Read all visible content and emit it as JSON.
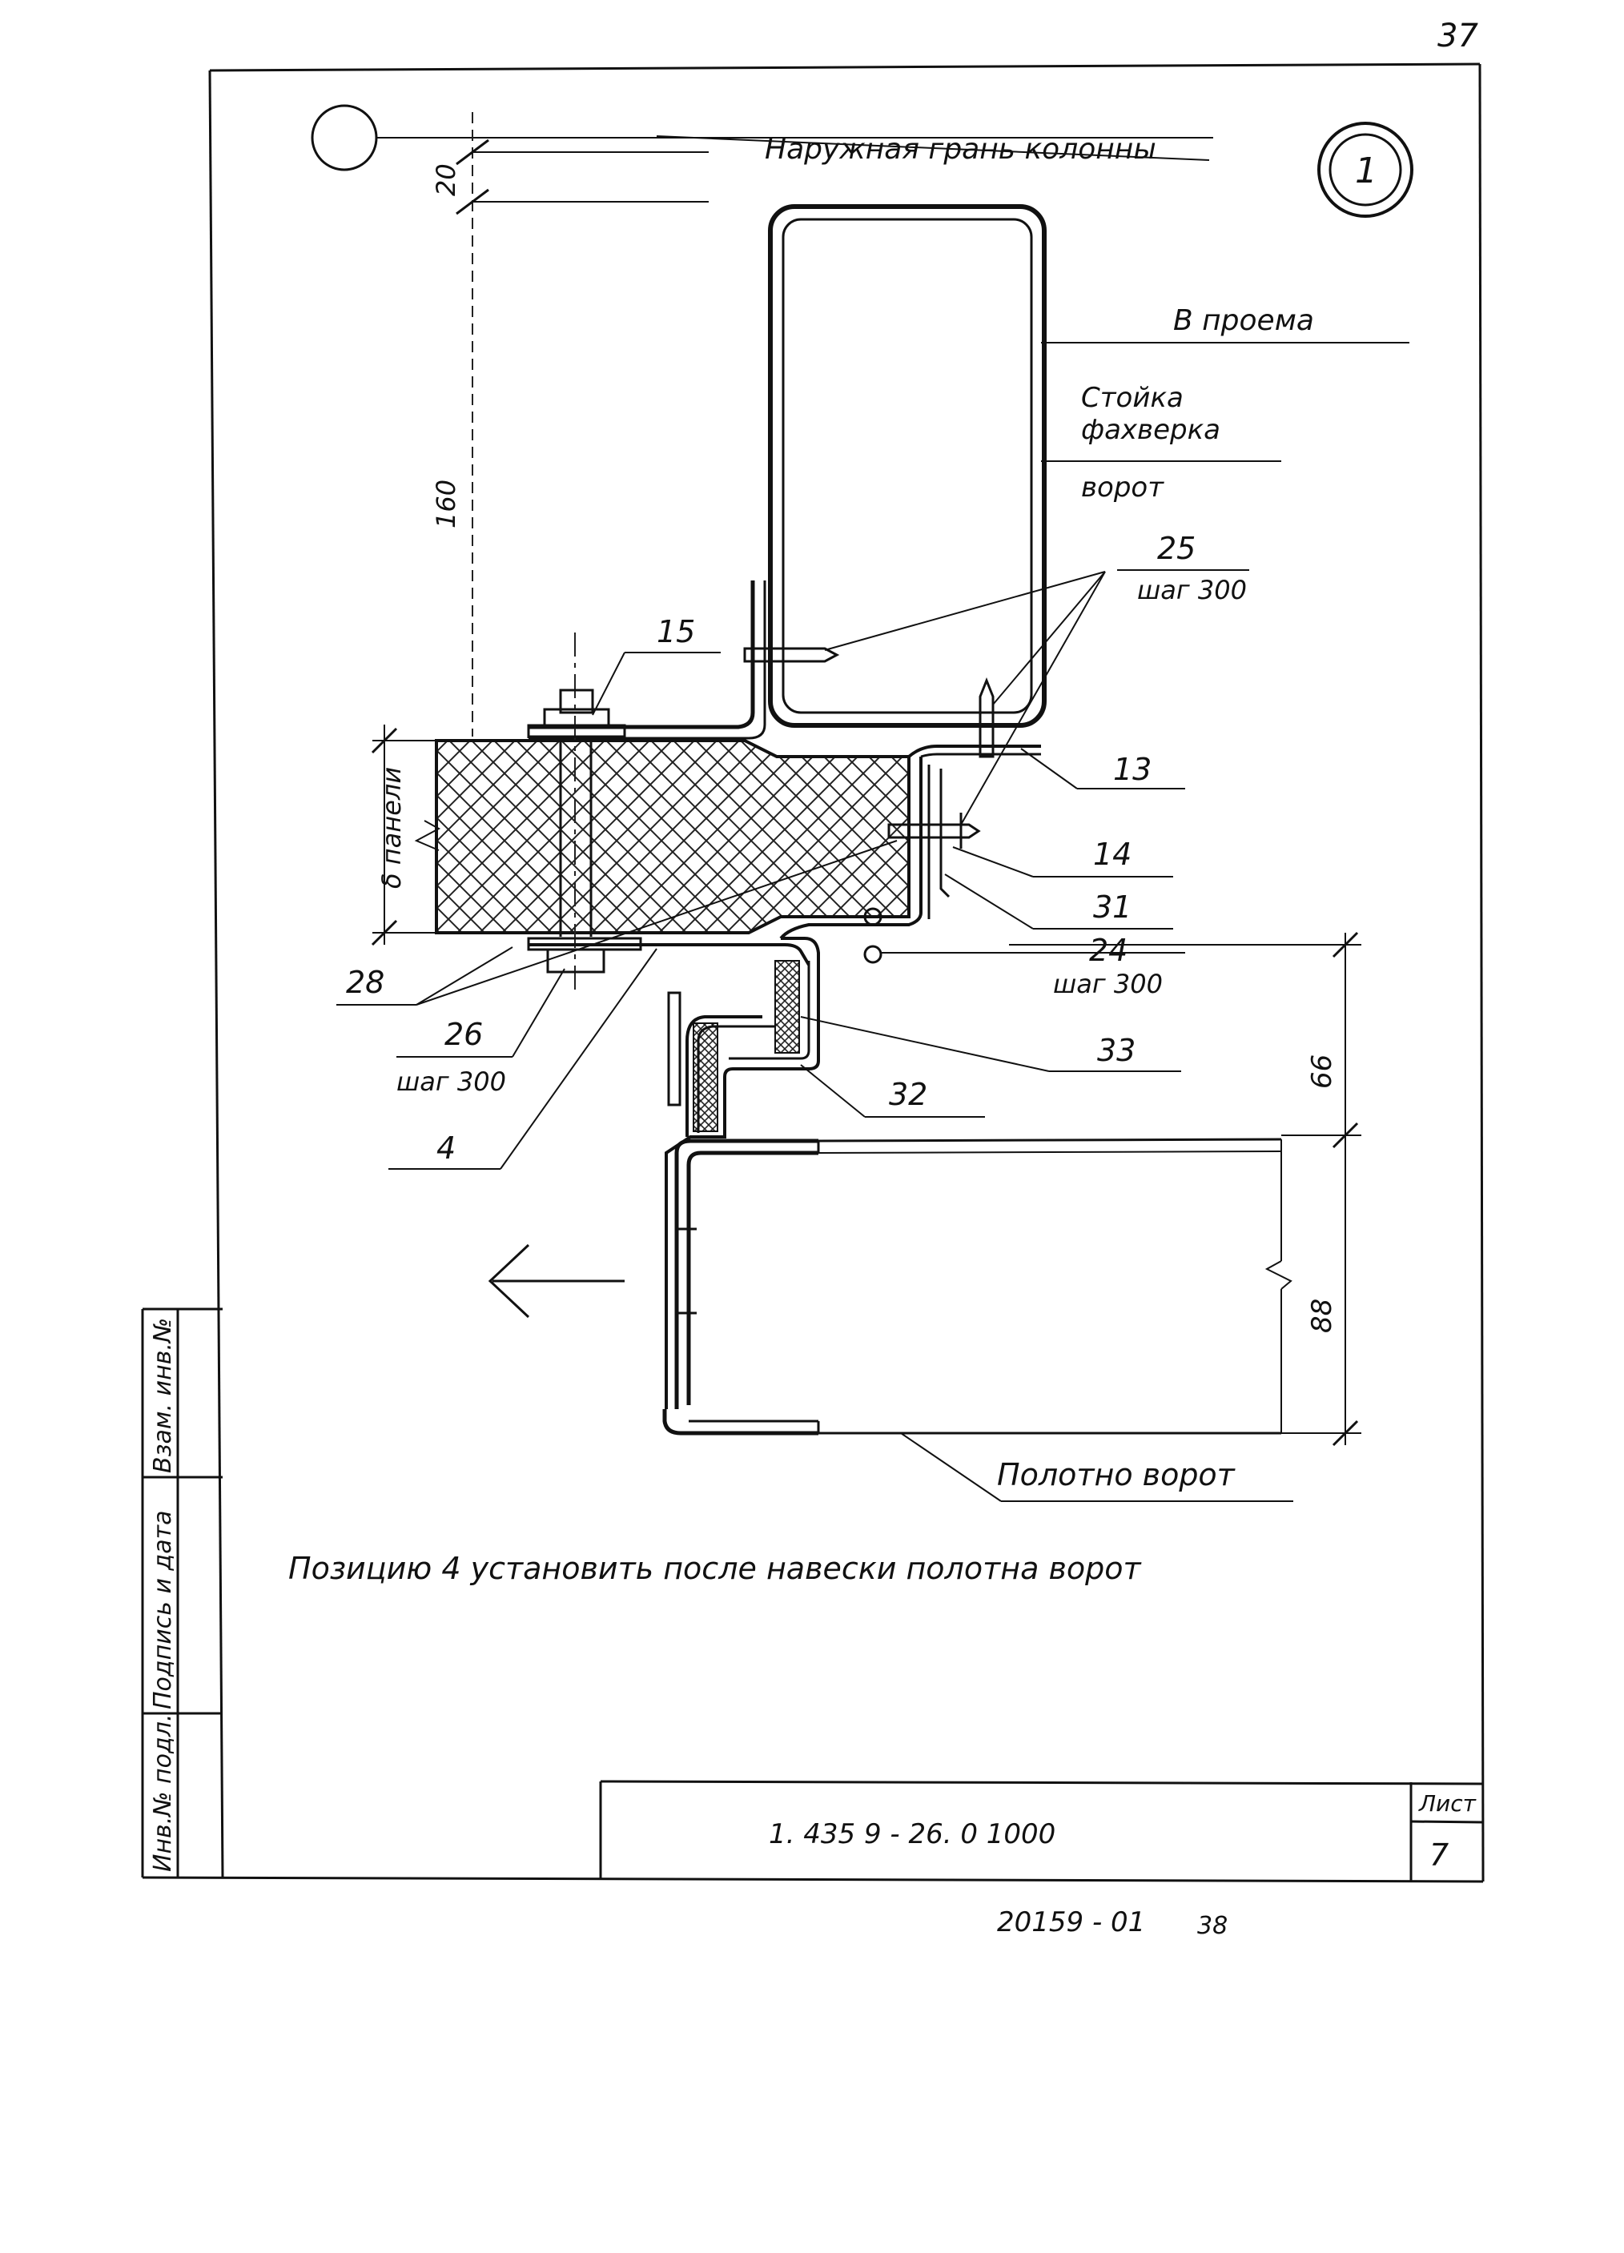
{
  "page": {
    "number": "37",
    "detail_mark": "1",
    "bottom_code": "20159 - 01",
    "bottom_sheet": "38"
  },
  "annotations": {
    "outer_face": "Наружная грань колонны",
    "to_opening": "В проема",
    "post_line1": "Стойка",
    "post_line2": "фахверка",
    "post_line3": "ворот",
    "gate_leaf": "Полотно ворот",
    "note": "Позицию 4 установить после навески полотна ворот"
  },
  "dimensions": {
    "d20": "20",
    "d160": "160",
    "panel_thickness": "δ панели",
    "d66": "66",
    "d88": "88"
  },
  "callouts": {
    "p25": "25",
    "p25_step": "шаг 300",
    "p15": "15",
    "p13": "13",
    "p14": "14",
    "p31": "31",
    "p24": "24",
    "p24_step": "шаг 300",
    "p28": "28",
    "p26": "26",
    "p26_step": "шаг 300",
    "p33": "33",
    "p32": "32",
    "p4": "4"
  },
  "side_stamp": {
    "inv_original": "Инв.№ подл.",
    "signature_date": "Подпись и дата",
    "replace_inv": "Взам. инв.№"
  },
  "title_block": {
    "doc_code": "1. 435 9 - 26. 0  1000",
    "sheet_label": "Лист",
    "sheet_number": "7"
  }
}
